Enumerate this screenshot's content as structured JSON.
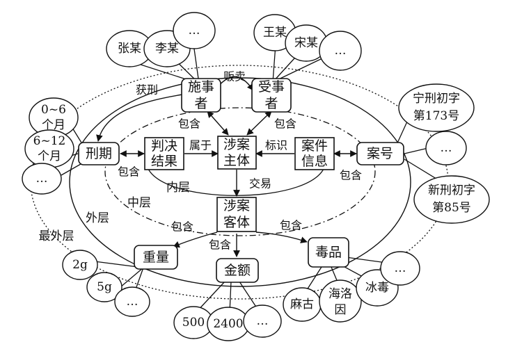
{
  "layers": {
    "inner": "内层",
    "middle": "中层",
    "outer": "外层",
    "outermost": "最外层"
  },
  "nodes": {
    "actor": [
      "施事",
      "者"
    ],
    "receiver": [
      "受事",
      "者"
    ],
    "subject": [
      "涉案",
      "主体"
    ],
    "object": [
      "涉案",
      "客体"
    ],
    "judgment": [
      "判决",
      "结果"
    ],
    "caseinfo": [
      "案件",
      "信息"
    ],
    "sentence": "刑期",
    "caseno": "案号",
    "weight": "重量",
    "amount": "金额",
    "drug": "毒品"
  },
  "edges": {
    "sentenced": "获刑",
    "sell": "贩卖",
    "contain_actor": "包含",
    "contain_receiver": "包含",
    "belongs": "属于",
    "identify": "标识",
    "trade": "交易",
    "contain_left": "包含",
    "contain_right": "包含",
    "contain_weight": "包含",
    "contain_amount": "包含",
    "contain_drug": "包含"
  },
  "circles": {
    "zhang": "张某",
    "li": "李某",
    "actor_more": "…",
    "wang": "王某",
    "song": "宋某",
    "receiver_more": "…",
    "m6": [
      "0~6",
      "个月"
    ],
    "m12": [
      "6~12",
      "个月"
    ],
    "term_more": "…",
    "ning": [
      "宁刑初字",
      "第173号"
    ],
    "caseno_more": "…",
    "xin": [
      "新刑初字",
      "第85号"
    ],
    "g2": "2g",
    "g5": "5g",
    "weight_more": "…",
    "a500": "500",
    "a2400": "2400",
    "amount_more": "…",
    "magu": "麻古",
    "heroin": [
      "海洛",
      "因"
    ],
    "ice": "冰毒",
    "drug_more": "…"
  }
}
